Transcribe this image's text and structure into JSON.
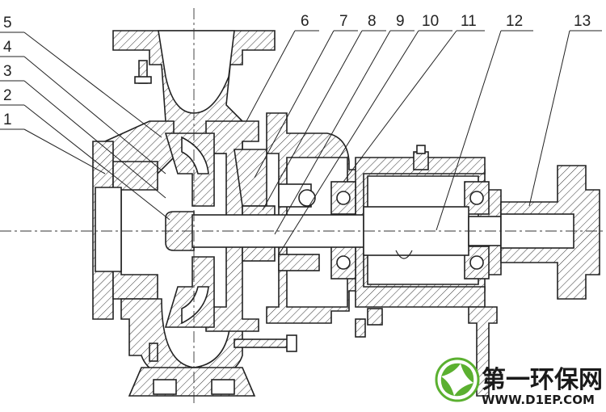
{
  "diagram": {
    "callouts": [
      {
        "id": "1",
        "label": "1"
      },
      {
        "id": "2",
        "label": "2"
      },
      {
        "id": "3",
        "label": "3"
      },
      {
        "id": "4",
        "label": "4"
      },
      {
        "id": "5",
        "label": "5"
      },
      {
        "id": "6",
        "label": "6"
      },
      {
        "id": "7",
        "label": "7"
      },
      {
        "id": "8",
        "label": "8"
      },
      {
        "id": "9",
        "label": "9"
      },
      {
        "id": "10",
        "label": "10"
      },
      {
        "id": "11",
        "label": "11"
      },
      {
        "id": "12",
        "label": "12"
      },
      {
        "id": "13",
        "label": "13"
      }
    ]
  },
  "watermark": {
    "name": "第一环保网",
    "url": "WWW.D1EP.COM",
    "icon": "leaf-logo-icon",
    "colors": {
      "green": "#5bb030",
      "dark": "#1a1a1a"
    }
  }
}
